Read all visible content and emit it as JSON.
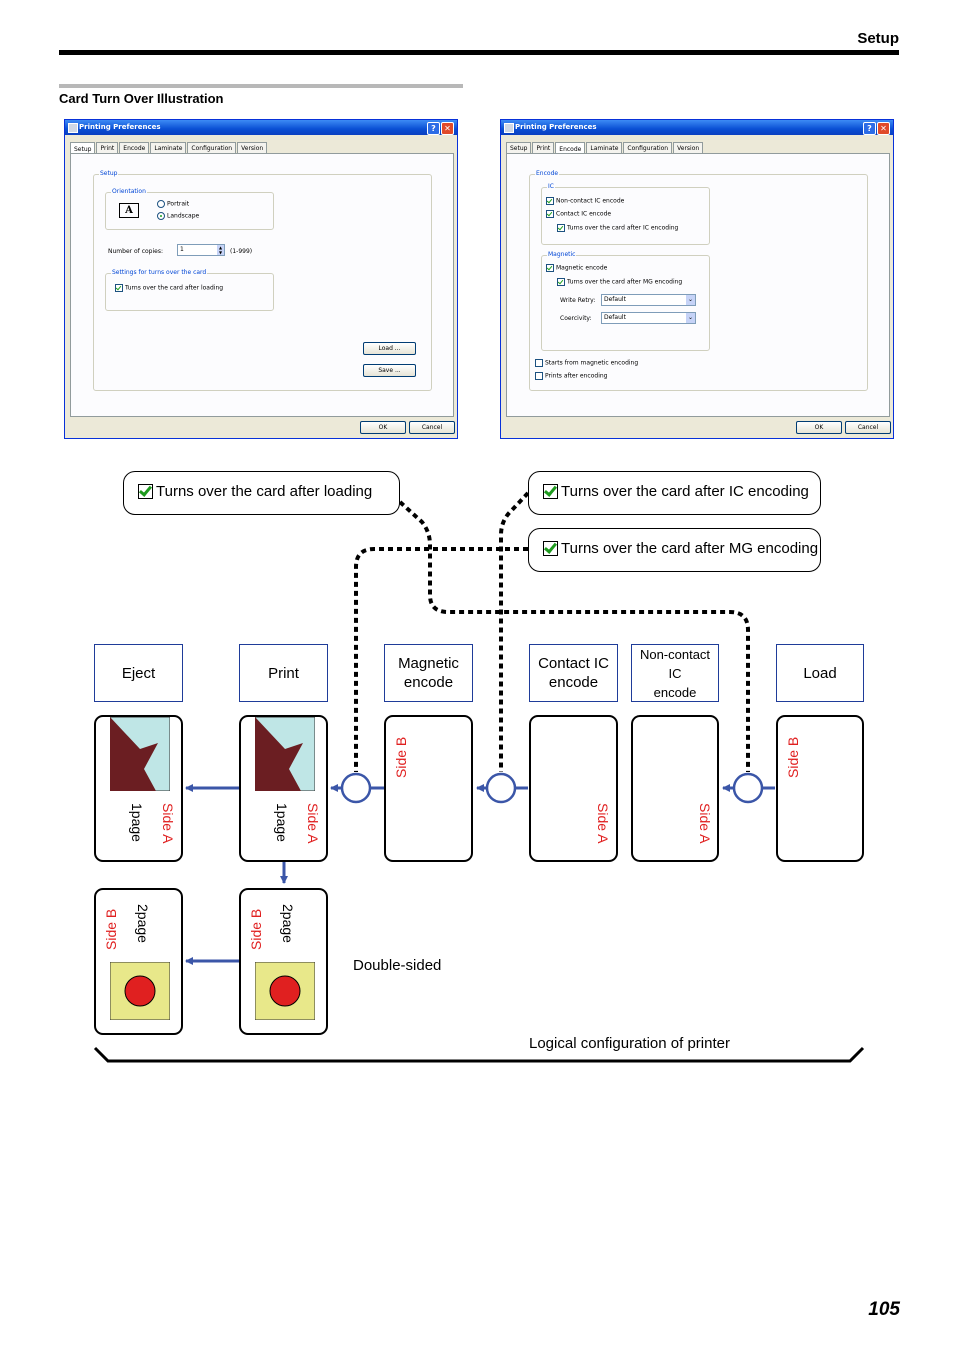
{
  "header": {
    "title": "Setup"
  },
  "section": {
    "title": "Card Turn Over Illustration"
  },
  "dialog_setup": {
    "title": "Printing Preferences",
    "tabs": [
      "Setup",
      "Print",
      "Encode",
      "Laminate",
      "Configuration",
      "Version"
    ],
    "active_tab": "Setup",
    "group_setup": "Setup",
    "group_orientation": "Orientation",
    "orient_glyph": "A",
    "portrait": "Portrait",
    "landscape": "Landscape",
    "copies_label": "Number of copies:",
    "copies_value": "1",
    "copies_range": "(1-999)",
    "group_turn": "Settings for turns over the card",
    "turn_after_loading": "Turns over the card after loading",
    "load_btn": "Load ...",
    "save_btn": "Save ...",
    "ok_btn": "OK",
    "cancel_btn": "Cancel"
  },
  "dialog_encode": {
    "title": "Printing Preferences",
    "tabs": [
      "Setup",
      "Print",
      "Encode",
      "Laminate",
      "Configuration",
      "Version"
    ],
    "active_tab": "Encode",
    "group_encode": "Encode",
    "group_ic": "IC",
    "noncontact": "Non-contact IC encode",
    "contact": "Contact IC encode",
    "turn_after_ic": "Turns over the card after IC encoding",
    "group_magnetic": "Magnetic",
    "magnetic_encode": "Magnetic encode",
    "turn_after_mg": "Turns over the card after MG encoding",
    "write_retry_label": "Write Retry:",
    "write_retry_value": "Default",
    "coercivity_label": "Coercivity:",
    "coercivity_value": "Default",
    "starts_magnetic": "Starts from magnetic encoding",
    "prints_after": "Prints after encoding",
    "ok_btn": "OK",
    "cancel_btn": "Cancel"
  },
  "diagram": {
    "callout_loading": "Turns over the card after loading",
    "callout_ic": "Turns over the card after IC encoding",
    "callout_mg": "Turns over the card after MG encoding",
    "stages": {
      "eject": "Eject",
      "print": "Print",
      "magnetic": [
        "Magnetic",
        "encode"
      ],
      "contact_ic": [
        "Contact IC",
        "encode"
      ],
      "noncontact_ic": [
        "Non-contact IC",
        "encode"
      ],
      "load": "Load"
    },
    "side_a": "Side A",
    "side_b": "Side B",
    "page1": "1page",
    "page2": "2page",
    "double_sided": "Double-sided",
    "logical_config": "Logical configuration of printer"
  },
  "colors": {
    "flow_arrow": "#3b56a8",
    "stage_border": "#1f3c99",
    "side_label": "#e02020",
    "card_image_bg": "#bfe6e6",
    "card_image_shape": "#6b1e22",
    "side_b_image_bg": "#e8e88a",
    "side_b_dot": "#e02020"
  },
  "page_number": "105"
}
